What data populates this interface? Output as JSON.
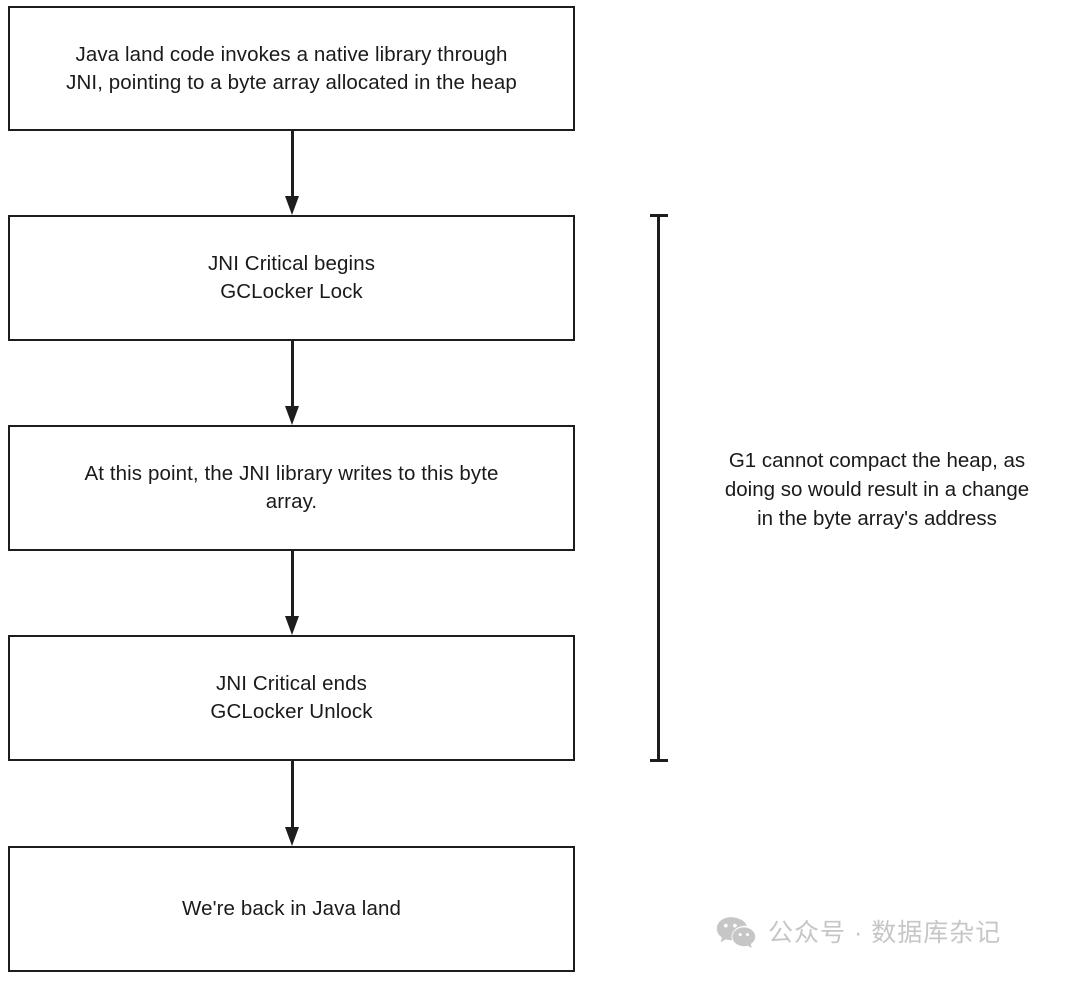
{
  "diagram": {
    "title": "JNI Critical section and GCLocker flow",
    "background_color": "#ffffff",
    "line_color": "#1d1d1d",
    "text_color": "#1a1a1a",
    "nodes": [
      {
        "id": "java-invokes-native",
        "text": "Java land code invokes a native library through\nJNI, pointing to a byte array allocated in the heap"
      },
      {
        "id": "jni-critical-begins",
        "text": "JNI Critical begins\nGCLocker Lock"
      },
      {
        "id": "jni-library-writes",
        "text": "At this point, the JNI library writes to this byte\narray."
      },
      {
        "id": "jni-critical-ends",
        "text": "JNI Critical ends\nGCLocker Unlock"
      },
      {
        "id": "back-in-java-land",
        "text": "We're back in Java land"
      }
    ],
    "connectors": [
      {
        "from": "java-invokes-native",
        "to": "jni-critical-begins",
        "style": "arrow-down"
      },
      {
        "from": "jni-critical-begins",
        "to": "jni-library-writes",
        "style": "arrow-down"
      },
      {
        "from": "jni-library-writes",
        "to": "jni-critical-ends",
        "style": "arrow-down"
      },
      {
        "from": "jni-critical-ends",
        "to": "back-in-java-land",
        "style": "arrow-down"
      }
    ],
    "bracket": {
      "spans_from": "jni-critical-begins",
      "spans_to": "jni-critical-ends",
      "annotation": "G1 cannot compact the heap, as\ndoing so would result in a change\nin the byte array's address"
    }
  },
  "watermark": {
    "icon": "wechat-icon",
    "text": "公众号 · 数据库杂记",
    "color": "#c6c6c6"
  }
}
